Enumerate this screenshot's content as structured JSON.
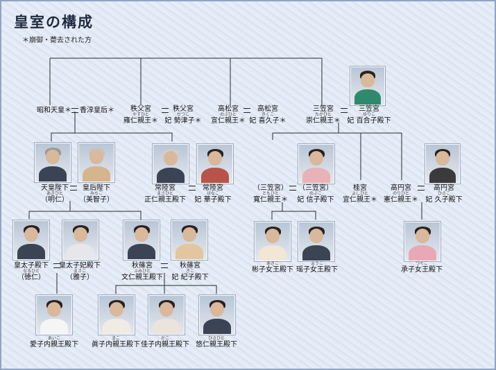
{
  "title": "皇室の構成",
  "subtitle": "＊崩御・薨去された方",
  "colors": {
    "line": "#2a2a2a",
    "photo_bg": "#c7d2df",
    "frame": "#8fa3c4"
  },
  "gen1": {
    "showa": "昭和天皇＊",
    "kojun": "香淳皇后＊",
    "chichibu_m": "秩父宮",
    "chichibu_m_rb": "やすひと",
    "chichibu_m_name": "雍仁親王＊",
    "chichibu_f": "秩父宮",
    "chichibu_f_rb": "せつこ",
    "chichibu_f_name": "妃 勢津子＊",
    "takamatsu_m": "高松宮",
    "takamatsu_m_rb": "のぶひと",
    "takamatsu_m_name": "宣仁親王＊",
    "takamatsu_f": "高松宮",
    "takamatsu_f_rb": "きくこ",
    "takamatsu_f_name": "妃 喜久子＊",
    "mikasa_m": "三笠宮",
    "mikasa_m_rb": "たかひと",
    "mikasa_m_name": "崇仁親王＊",
    "mikasa_f": "三笠宮",
    "mikasa_f_rb": "ゆりこ",
    "mikasa_f_name": "妃 百合子殿下"
  },
  "gen2": {
    "tenno": "天皇陛下",
    "tenno_rb": "あきひと",
    "tenno_name": "（明仁）",
    "kogo": "皇后陛下",
    "kogo_rb": "みちこ",
    "kogo_name": "（美智子）",
    "hitachi_m": "常陸宮",
    "hitachi_m_rb": "まさひと",
    "hitachi_m_name": "正仁親王殿下",
    "hitachi_f": "常陸宮",
    "hitachi_f_rb": "はなこ",
    "hitachi_f_name": "妃 華子殿下",
    "tomohito": "（三笠宮）",
    "tomohito_rb": "ともひと",
    "tomohito_name": "寬仁親王＊",
    "nobuko": "（三笠宮）",
    "nobuko_rb": "のぶこ",
    "nobuko_name": "妃 信子殿下",
    "katsura": "桂宮",
    "katsura_rb": "よしひと",
    "katsura_name": "宜仁親王＊",
    "takamado_m": "高円宮",
    "takamado_m_rb": "のりひと",
    "takamado_m_name": "憲仁親王＊",
    "takamado_f": "高円宮",
    "takamado_f_rb": "ひさこ",
    "takamado_f_name": "妃 久子殿下"
  },
  "gen3": {
    "kotaishi": "皇太子殿下",
    "kotaishi_rb": "なるひと",
    "kotaishi_name": "（徳仁）",
    "kotaishihi": "皇太子妃殿下",
    "kotaishihi_rb": "まさこ",
    "kotaishihi_name": "（雅子）",
    "akishino_m": "秋篠宮",
    "akishino_m_rb": "ふみひと",
    "akishino_m_name": "文仁親王殿下",
    "akishino_f": "秋篠宮",
    "akishino_f_rb": "きこ",
    "akishino_f_name": "妃 紀子殿下",
    "akiko_rb": "あきこ",
    "akiko": "彬子女王殿下",
    "yoko_rb": "ようこ",
    "yoko": "瑶子女王殿下",
    "tsuguko_rb": "つぐこ",
    "tsuguko": "承子女王殿下"
  },
  "gen4": {
    "aiko_rb": "あいこ",
    "aiko": "愛子内親王殿下",
    "mako_rb": "まこ",
    "mako": "眞子内親王殿下",
    "kako_rb": "かこ",
    "kako": "佳子内親王殿下",
    "hisahito_rb": "ひさひと",
    "hisahito": "悠仁親王殿下"
  }
}
